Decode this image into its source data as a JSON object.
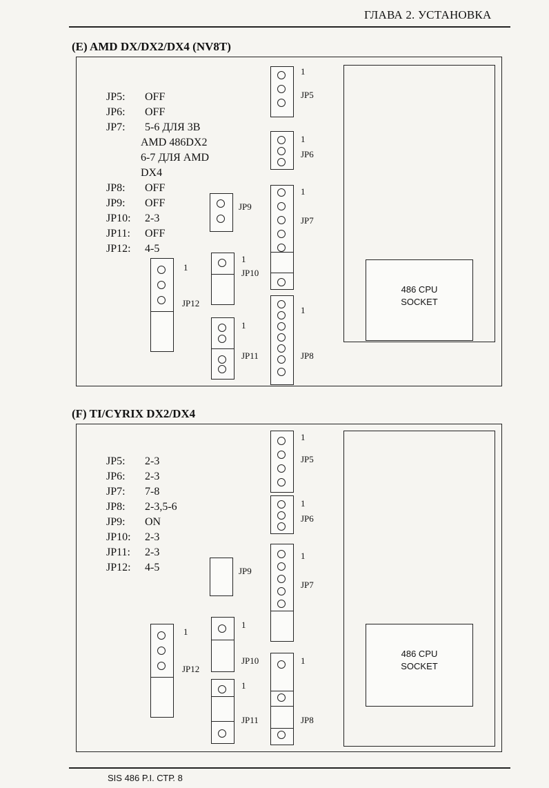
{
  "header": {
    "chapter": "ГЛАВА 2. УСТАНОВКА"
  },
  "section_e": {
    "title": "(E) AMD DX/DX2/DX4 (NV8T)",
    "settings": [
      {
        "key": "JP5:",
        "value": "OFF"
      },
      {
        "key": "JP6:",
        "value": "OFF"
      },
      {
        "key": "JP7:",
        "value": "5-6 ДЛЯ 3В"
      },
      {
        "key": "",
        "value": "AMD 486DX2"
      },
      {
        "key": "",
        "value": "6-7 ДЛЯ AMD"
      },
      {
        "key": "",
        "value": "DX4"
      },
      {
        "key": "JP8:",
        "value": "OFF"
      },
      {
        "key": "JP9:",
        "value": "OFF"
      },
      {
        "key": "JP10:",
        "value": "2-3"
      },
      {
        "key": "JP11:",
        "value": "OFF"
      },
      {
        "key": "JP12:",
        "value": "4-5"
      }
    ],
    "cpu": "486 CPU\nSOCKET",
    "labels": {
      "jp5": "JP5",
      "jp6": "JP6",
      "jp7": "JP7",
      "jp8": "JP8",
      "jp9": "JP9",
      "jp10": "JP10",
      "jp11": "JP11",
      "jp12": "JP12",
      "one": "1"
    }
  },
  "section_f": {
    "title": "(F) TI/CYRIX DX2/DX4",
    "settings": [
      {
        "key": "JP5:",
        "value": "2-3"
      },
      {
        "key": "JP6:",
        "value": "2-3"
      },
      {
        "key": "JP7:",
        "value": "7-8"
      },
      {
        "key": "JP8:",
        "value": "2-3,5-6"
      },
      {
        "key": "JP9:",
        "value": "ON"
      },
      {
        "key": "JP10:",
        "value": "2-3"
      },
      {
        "key": "JP11:",
        "value": "2-3"
      },
      {
        "key": "JP12:",
        "value": "4-5"
      }
    ],
    "cpu": "486 CPU\nSOCKET",
    "labels": {
      "jp5": "JP5",
      "jp6": "JP6",
      "jp7": "JP7",
      "jp8": "JP8",
      "jp9": "JP9",
      "jp10": "JP10",
      "jp11": "JP11",
      "jp12": "JP12",
      "one": "1"
    }
  },
  "footer": {
    "text": "SIS 486 P.I. СТР. 8"
  }
}
